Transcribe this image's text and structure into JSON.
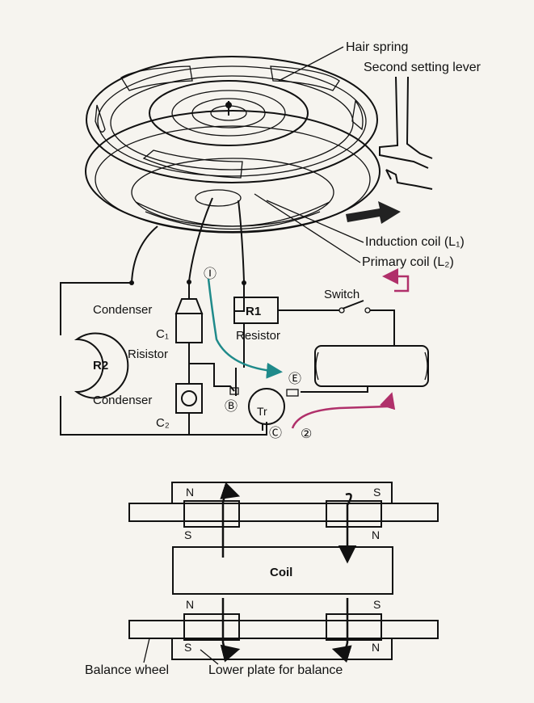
{
  "labels": {
    "hair_spring": "Hair spring",
    "second_setting_lever": "Second setting lever",
    "induction_coil": "Induction coil (L₁)",
    "primary_coil": "Primary coil (L₂)",
    "switch": "Switch",
    "r1": "R1",
    "resistor": "Resistor",
    "condenser_1": "Condenser",
    "c1": "C₁",
    "risistor": "Risistor",
    "r2": "R2",
    "condenser_2": "Condenser",
    "c2": "C₂",
    "tr": "Tr",
    "node_i": "Ⓘ",
    "node_e": "Ⓔ",
    "node_b": "Ⓑ",
    "node_c": "Ⓒ",
    "node_2": "②",
    "coil": "Coil",
    "pole_n_tl": "N",
    "pole_s_tl": "S",
    "pole_s_tr": "S",
    "pole_n_tr": "N",
    "pole_n_bl": "N",
    "pole_s_bl": "S",
    "pole_s_br": "S",
    "pole_n_br": "N",
    "balance_wheel": "Balance wheel",
    "lower_plate": "Lower plate for balance"
  },
  "colors": {
    "ink": "#111111",
    "current_1": "#1f8a8a",
    "current_2": "#b0306a",
    "paper": "#f6f4ef"
  }
}
